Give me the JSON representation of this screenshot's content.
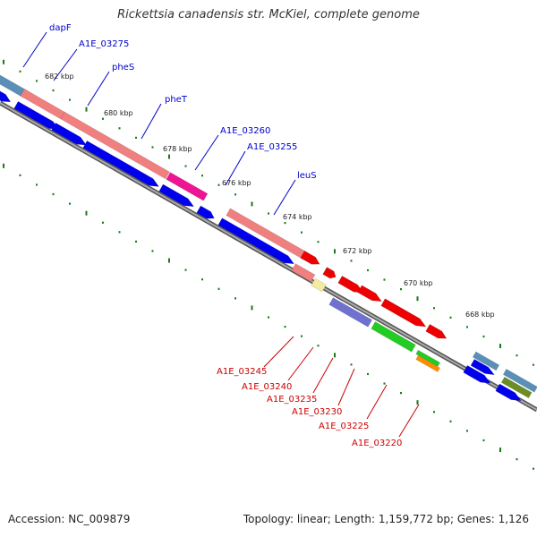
{
  "title": "Rickettsia canadensis str. McKiel, complete genome",
  "footer": {
    "accession": "Accession: NC_009879",
    "topology": "Topology: linear; Length: 1,159,772 bp; Genes: 1,126"
  },
  "colors": {
    "backbone": "#888888",
    "tick": "#1a7a1a",
    "blue_label": "#0000cc",
    "red_label": "#cc0000",
    "blue_gene": "#0000ee",
    "salmon_gene": "#f08080",
    "red_gene": "#ee0000",
    "magenta_gene": "#ee1493",
    "purple_gene": "#7070d0",
    "green_gene": "#22cc22",
    "orange_gene": "#ff8c00",
    "steel_gene": "#5a8fb8",
    "olive_gene": "#6b8e23",
    "pale_yellow_gene": "#f5eba0"
  },
  "scale_labels": [
    "682 kbp",
    "680 kbp",
    "678 kbp",
    "676 kbp",
    "674 kbp",
    "672 kbp",
    "670 kbp",
    "668 kbp"
  ],
  "top_labels": [
    "dapF",
    "A1E_03275",
    "pheS",
    "pheT",
    "A1E_03260",
    "A1E_03255",
    "leuS"
  ],
  "bottom_labels": [
    "A1E_03245",
    "A1E_03240",
    "A1E_03235",
    "A1E_03230",
    "A1E_03225",
    "A1E_03220"
  ]
}
